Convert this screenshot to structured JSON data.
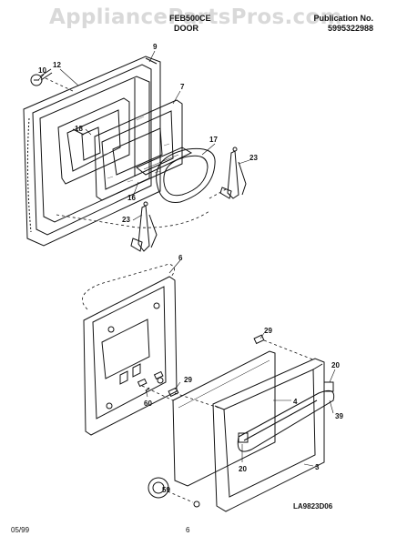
{
  "watermark": "AppliancePartsPros.com",
  "header": {
    "model": "FEB500CE",
    "section": "DOOR",
    "publication_label": "Publication No.",
    "publication_number": "5995322988"
  },
  "footer": {
    "date": "05/99",
    "page": "6",
    "drawing_id": "LA9823D06"
  },
  "callouts": [
    "9",
    "12",
    "10",
    "7",
    "18",
    "17",
    "23",
    "16",
    "23",
    "6",
    "29",
    "29",
    "60",
    "20",
    "4",
    "39",
    "20",
    "3",
    "59"
  ]
}
